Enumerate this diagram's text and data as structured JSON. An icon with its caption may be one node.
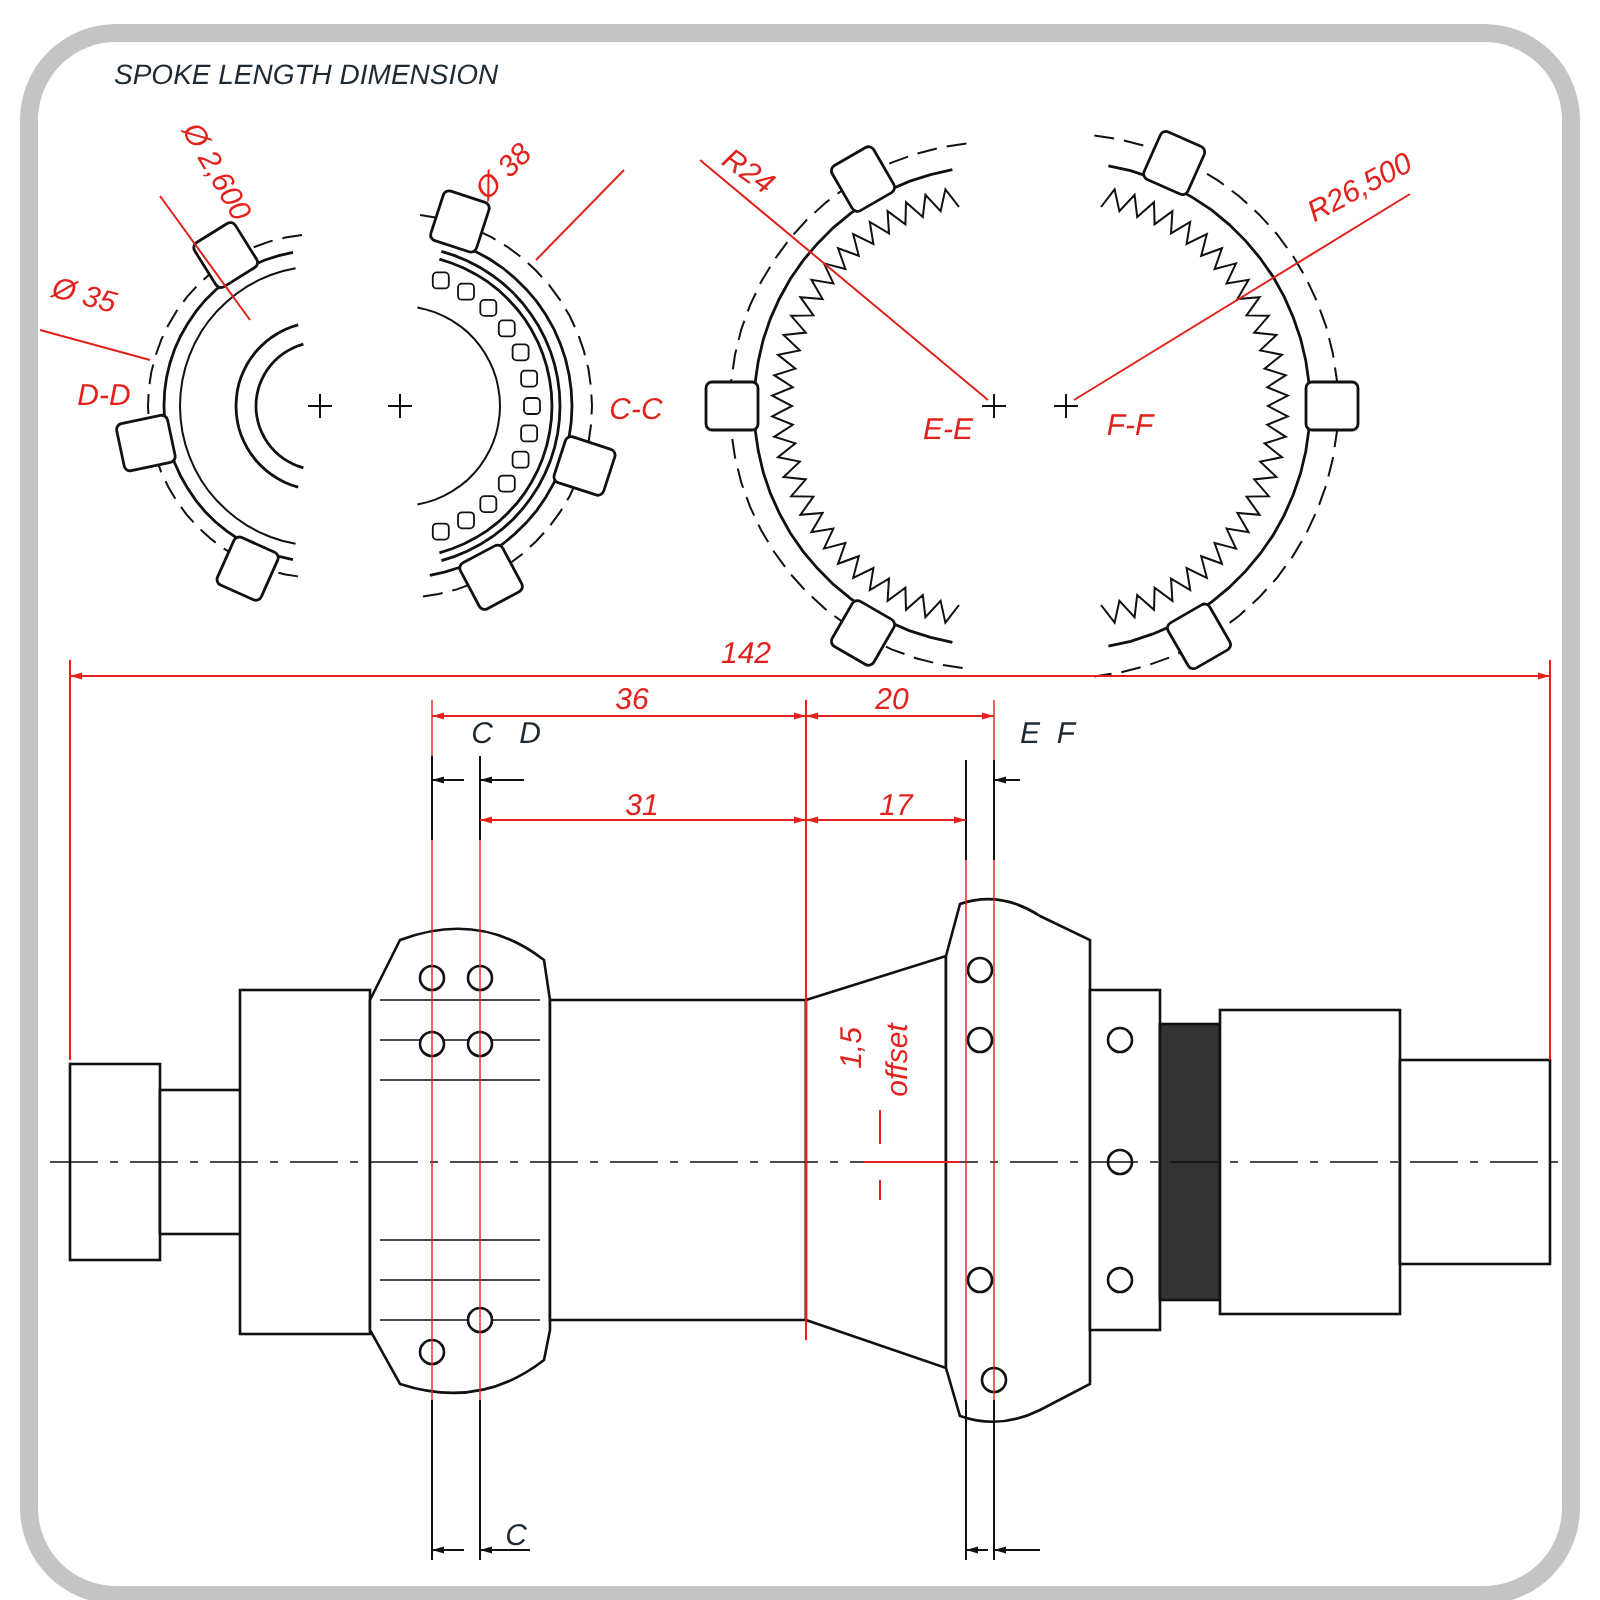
{
  "diagram": {
    "title": "SPOKE LENGTH DIMENSION",
    "labels": [
      "Ø 2,600",
      "Ø 38",
      "Ø 35",
      "D-D",
      "C-C",
      "R24",
      "R26,500",
      "E-E",
      "F-F",
      "142",
      "36",
      "20",
      "C",
      "D",
      "E",
      "F",
      "31",
      "17",
      "1,5",
      "offset",
      "C"
    ]
  }
}
